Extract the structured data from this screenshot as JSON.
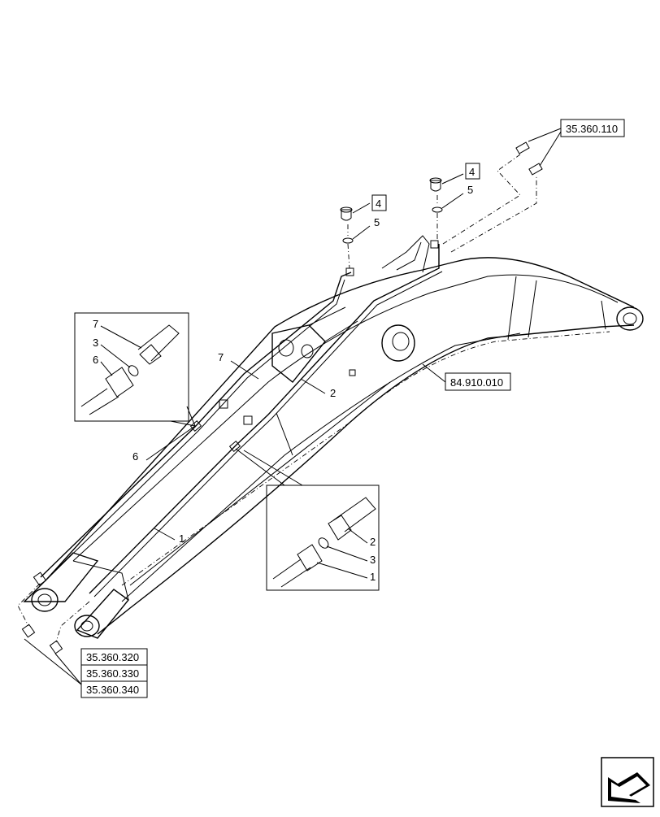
{
  "refs": {
    "ref_top_right": "35.360.110",
    "ref_boom": "84.910.010",
    "ref_bottom_1": "35.360.320",
    "ref_bottom_2": "35.360.330",
    "ref_bottom_3": "35.360.340"
  },
  "callouts": {
    "plug_left": "4",
    "plug_right": "4",
    "oring_left": "5",
    "oring_right": "5",
    "pipe_6": "6",
    "pipe_7": "7",
    "pipe_1": "1",
    "pipe_2": "2",
    "detail_a_7": "7",
    "detail_a_3": "3",
    "detail_a_6": "6",
    "detail_b_2": "2",
    "detail_b_3": "3",
    "detail_b_1": "1"
  },
  "colors": {
    "line": "#000000",
    "background": "#ffffff"
  },
  "icons": {
    "nav": "next-page-arrow-icon"
  }
}
